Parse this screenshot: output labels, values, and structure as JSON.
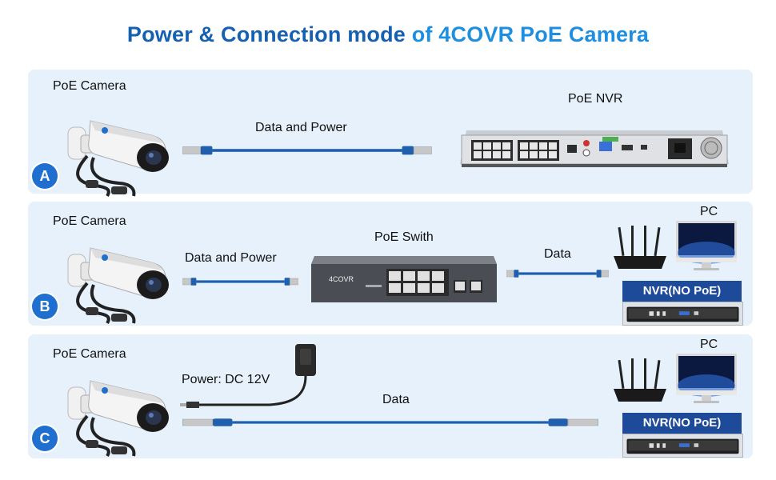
{
  "title": {
    "part1": "Power & Connection mode",
    "part2": " of 4COVR PoE Camera"
  },
  "sections": [
    {
      "badge": "A",
      "camera_label": "PoE Camera",
      "cable_label": "Data and Power",
      "device_label": "PoE NVR"
    },
    {
      "badge": "B",
      "camera_label": "PoE Camera",
      "cable_label": "Data and Power",
      "switch_label": "PoE Swith",
      "switch_brand": "4COVR",
      "data_label": "Data",
      "pc_label": "PC",
      "nvr_label": "NVR(NO PoE)"
    },
    {
      "badge": "C",
      "camera_label": "PoE Camera",
      "power_label": "Power: DC 12V",
      "data_label": "Data",
      "pc_label": "PC",
      "nvr_label": "NVR(NO PoE)"
    }
  ],
  "colors": {
    "title": "#1560b0",
    "title_accent": "#1e8fe0",
    "panel": "#e6f1fb",
    "badge": "#1f6fd0",
    "cable": "#1f5fae",
    "nvr_label_bg": "#1e4a9a"
  }
}
